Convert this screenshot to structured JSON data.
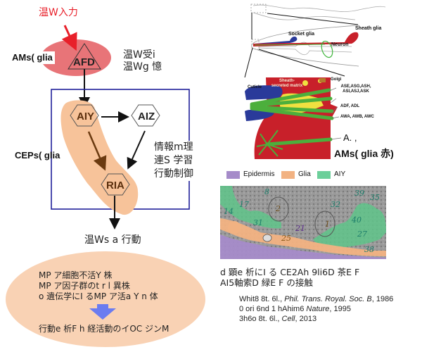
{
  "left_panel": {
    "input_label": "温W入力",
    "ams_glia_label": "AMs(  glia",
    "afd_neuron": "AFD",
    "afd_function": [
      "温W受i",
      "温Wg 憶"
    ],
    "aiy_neuron": "AIY",
    "aiz_neuron": "AIZ",
    "ria_neuron": "RIA",
    "ceps_glia_label": "CEPs(  glia",
    "circuit_function": [
      "情報m理",
      "連S 学習",
      "行動制御"
    ],
    "output_label": "温Ws a 行動",
    "methods": [
      "MP ア細胞不活Y 株",
      "MP ア因子群のt r l  異株",
      "o 遺伝学にI るMP ア活a Y n 体"
    ],
    "methods_result": "行動e 析F h 経活動のイOC ジンM"
  },
  "right_panel": {
    "schematic_labels": {
      "sheath_glia": "Sheath glia",
      "socket_glia": "Socket glia",
      "neuron": "Neuron",
      "cuticle": "Cuticle",
      "sheath_matrix": "Sheath-secreted matrix",
      "golgi": "Golgi",
      "group1": "ASE,ASG,ASH, ASI,ASJ,ASK",
      "group2": "ADF, ADL",
      "group3": "AWA, AWB, AWC",
      "a_label": "A. ,",
      "ams_glia_red": "AMs(  glia 赤)"
    },
    "legend": [
      {
        "label": "Epidermis",
        "color": "#a58bc9"
      },
      {
        "label": "Glia",
        "color": "#f2b282"
      },
      {
        "label": "AIY",
        "color": "#6ccf9a"
      }
    ],
    "em_numbers": [
      "8",
      "17",
      "14",
      "31",
      "2",
      "21",
      "1",
      "32",
      "39",
      "35",
      "40",
      "27",
      "38",
      "25"
    ],
    "caption": [
      "d 顕e 析にI る CE2Ah 9li6D 茶E F",
      "AI5軸索D 緑E F の接触"
    ],
    "citations": [
      {
        "authors": "Whit8 8t. 6l., ",
        "journal": "Phil. Trans. Royal. Soc. B",
        "year": ", 1986"
      },
      {
        "authors": "0 ori 6nd 1 hAhim6  ",
        "journal": "Nature",
        "year": ", 1995"
      },
      {
        "authors": "3h6o 8t. 6l., ",
        "journal": "Cell",
        "year": ", 2013"
      }
    ]
  },
  "colors": {
    "input_red": "#e8202a",
    "ams_ellipse": "#e87478",
    "ceps_glia": "#f7c39a",
    "circuit_box": "#1f1f9a",
    "methods_ellipse": "#f9d2b4",
    "down_arrow": "#6b7cf0",
    "ria_arrow": "#6b3a10"
  }
}
